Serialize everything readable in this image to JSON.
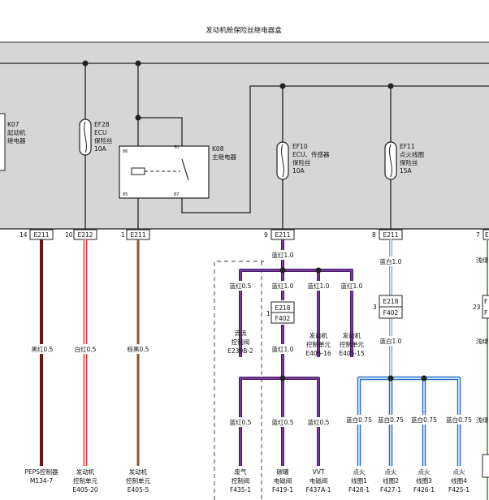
{
  "diagram": {
    "title": "发动机舱保险丝继电器盒",
    "colors": {
      "box_fill": "#d6d6d6",
      "black_red_wire": "#8b1a1a",
      "white_red_wire": "#e03030",
      "brown_black_wire": "#8b5a2b",
      "blue_red_wire": "#7b3a9e",
      "blue_white_wire": "#a9c4e8",
      "blue_white_075_wire": "#1e6fd0"
    },
    "components": {
      "k07": {
        "code": "K07",
        "line1": "起动机",
        "line2": "继电器"
      },
      "ef28": {
        "code": "EF28",
        "line1": "ECU",
        "line2": "保险丝",
        "line3": "10A"
      },
      "k08": {
        "code": "K08",
        "line1": "主继电器",
        "pin30": "30",
        "pin87": "87",
        "pin86": "86",
        "pin85": "85"
      },
      "ef10": {
        "code": "EF10",
        "line1": "ECU、传感器",
        "line2": "保险丝",
        "line3": "10A"
      },
      "ef11": {
        "code": "EF11",
        "line1": "点火线圈",
        "line2": "保险丝",
        "line3": "15A"
      }
    },
    "connectors": [
      {
        "pin": "14",
        "label": "E211"
      },
      {
        "pin": "10",
        "label": "E212"
      },
      {
        "pin": "1",
        "label": "E211"
      },
      {
        "pin": "9",
        "label": "E211"
      },
      {
        "pin": "8",
        "label": "E211"
      },
      {
        "pin": "7",
        "label": "E"
      }
    ],
    "wires": {
      "w1": "黑红0.5",
      "w2": "白红0.5",
      "w3": "棕黑0.5",
      "ef10_out": "蓝红1.0",
      "ef11_out": "蓝白1.0",
      "blue_red_05": "蓝红0.5",
      "blue_red_10a": "蓝红1.0",
      "blue_red_10b": "蓝红1.0",
      "blue_red_10c": "蓝红1.0",
      "blue_red_10d": "蓝红1.0",
      "lower_a": "蓝红0.5",
      "lower_b": "蓝红0.5",
      "lower_c": "蓝红0.5",
      "bw_a": "蓝白0.75",
      "bw_b": "蓝白0.75",
      "bw_c": "蓝白0.75",
      "bw_d": "蓝白0.75",
      "bw_10": "蓝白1.0",
      "right_a": "浅绿",
      "right_b": "浅绿",
      "right_c": "浅绿"
    },
    "inline_connectors": {
      "left": {
        "pin": "1",
        "label_top": "E218",
        "label_bottom": "F402"
      },
      "right": {
        "pin": "3",
        "label_top": "E218",
        "label_bottom": "F402"
      },
      "edge": {
        "pin": "23",
        "label_top": "F",
        "label_bottom": "F"
      }
    },
    "loads": {
      "peps": {
        "line1": "PEPS控制器",
        "line2": "M134-7"
      },
      "ecu1": {
        "line1": "发动机",
        "line2": "控制单元",
        "line3": "E405-20"
      },
      "ecu2": {
        "line1": "发动机",
        "line2": "控制单元",
        "line3": "E405-5"
      },
      "flow_valve": {
        "line1": "流流",
        "line2": "控制阀",
        "line3": "E239B-2"
      },
      "ecu3": {
        "line1": "发动机",
        "line2": "控制单元",
        "line3": "E405-16"
      },
      "ecu4": {
        "line1": "发动机",
        "line2": "控制单元",
        "line3": "E405-15"
      },
      "exhaust_valve": {
        "line1": "废气",
        "line2": "控制阀",
        "line3": "F435-1"
      },
      "canister": {
        "line1": "碳罐",
        "line2": "电磁阀",
        "line3": "F419-1"
      },
      "vvt": {
        "line1": "VVT",
        "line2": "电磁阀",
        "line3": "F437A-1"
      },
      "coil1": {
        "line1": "点火",
        "line2": "线圈1",
        "line3": "F428-1"
      },
      "coil2": {
        "line1": "点火",
        "line2": "线圈2",
        "line3": "F427-1"
      },
      "coil3": {
        "line1": "点火",
        "line2": "线圈3",
        "line3": "F426-1"
      },
      "coil4": {
        "line1": "点火",
        "line2": "线圈4",
        "line3": "F425-1"
      }
    }
  }
}
